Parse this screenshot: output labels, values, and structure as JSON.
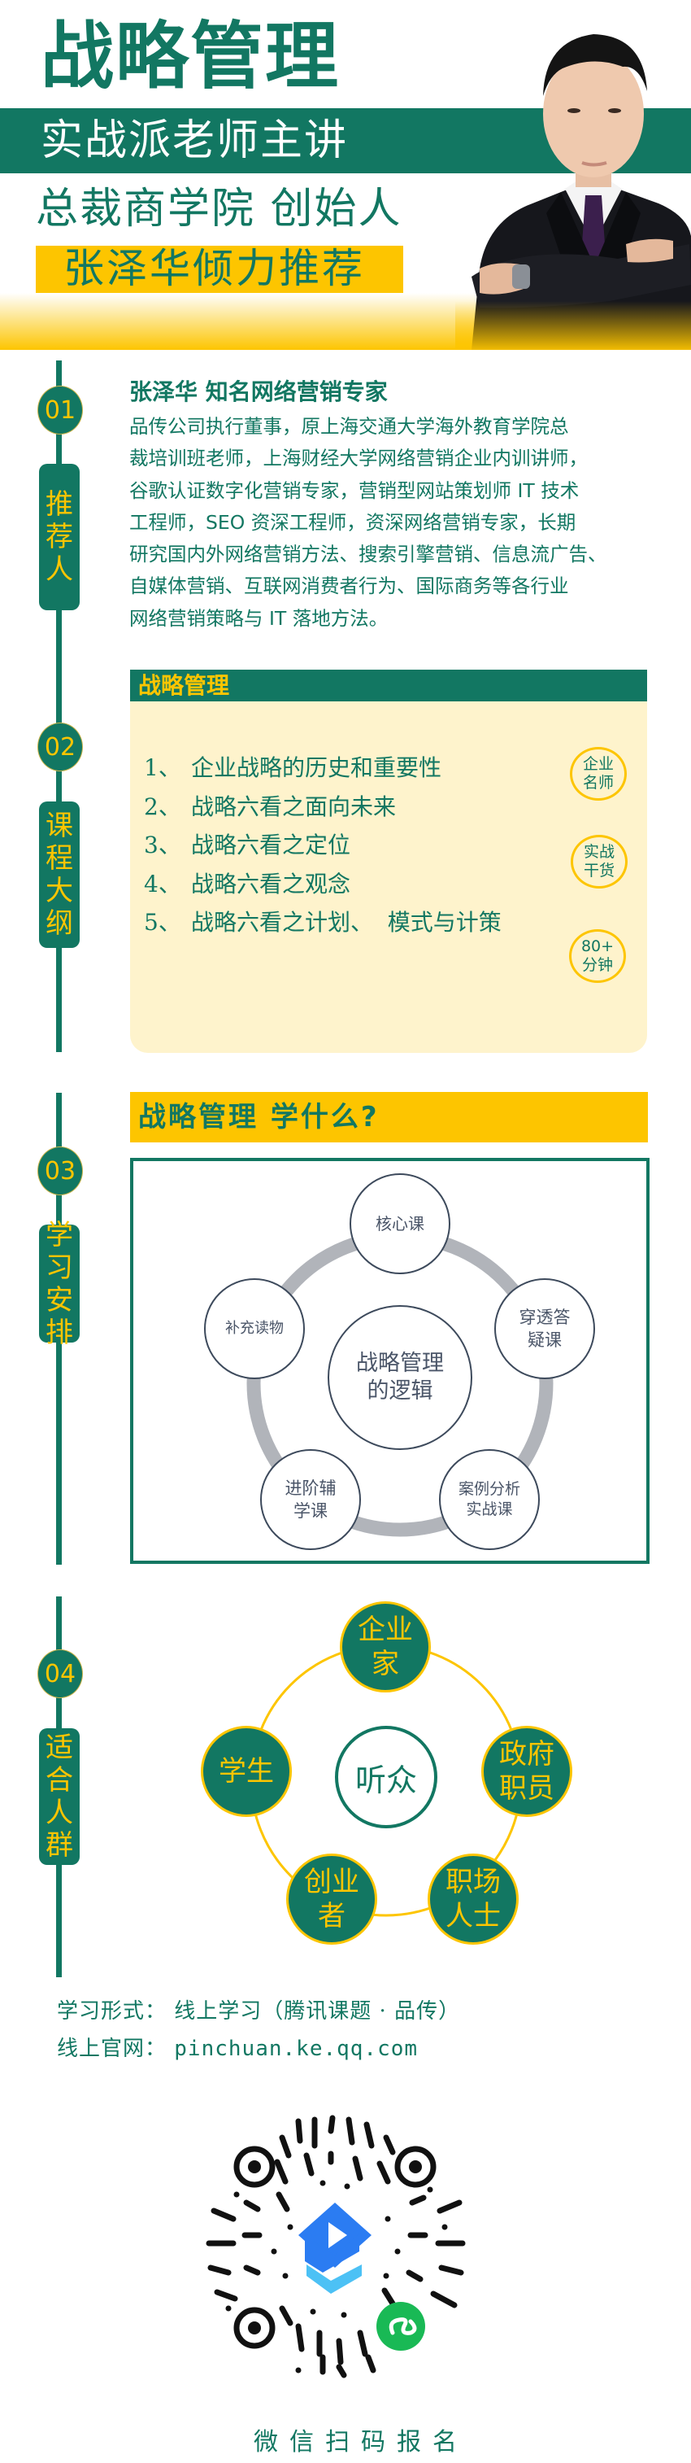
{
  "hero": {
    "title": "战略管理",
    "band_text": "实战派老师主讲",
    "subtitle": "总裁商学院  创始人",
    "highlight": "张泽华倾力推荐",
    "photo_alt": "presenter-portrait"
  },
  "colors": {
    "primary_green": "#127762",
    "accent_yellow": "#fdc500",
    "card_bg": "#fef3cc",
    "ring_gray": "#b1b4ba"
  },
  "sections": [
    {
      "number": "01",
      "label": [
        "推",
        "荐",
        "人"
      ]
    },
    {
      "number": "02",
      "label": [
        "课",
        "程",
        "大",
        "纲"
      ]
    },
    {
      "number": "03",
      "label": [
        "学",
        "习",
        "安",
        "排"
      ]
    },
    {
      "number": "04",
      "label": [
        "适",
        "合",
        "人",
        "群"
      ]
    }
  ],
  "recommender": {
    "heading": "张泽华 知名网络营销专家",
    "bio_lines": [
      "品传公司执行董事，原上海交通大学海外教育学院总",
      "裁培训班老师，上海财经大学网络营销企业内训讲师，",
      "谷歌认证数字化营销专家，营销型网站策划师 IT 技术",
      "工程师，SEO 资深工程师，资深网络营销专家，长期",
      "研究国内外网络营销方法、搜索引擎营销、信息流广告、",
      "自媒体营销、互联网消费者行为、国际商务等各行业",
      "网络营销策略与 IT 落地方法。"
    ]
  },
  "syllabus": {
    "header": "战略管理",
    "items": [
      {
        "num": "1、",
        "text": "企业战略的历史和重要性"
      },
      {
        "num": "2、",
        "text": "战略六看之面向未来"
      },
      {
        "num": "3、",
        "text": "战略六看之定位"
      },
      {
        "num": "4、",
        "text": "战略六看之观念"
      },
      {
        "num": "5、",
        "text": "战略六看之计划、  模式与计策"
      }
    ],
    "badges": [
      {
        "line1": "企业",
        "line2": "名师"
      },
      {
        "line1": "实战",
        "line2": "干货"
      },
      {
        "line1": "80+",
        "line2": "分钟"
      }
    ]
  },
  "arrangement": {
    "heading": "战略管理  学什么?",
    "center": {
      "line1": "战略管理",
      "line2": "的逻辑"
    },
    "nodes": [
      {
        "line1": "核心课",
        "line2": ""
      },
      {
        "line1": "穿透答",
        "line2": "疑课"
      },
      {
        "line1": "案例分析",
        "line2": "实战课"
      },
      {
        "line1": "进阶辅",
        "line2": "学课"
      },
      {
        "line1": "补充读物",
        "line2": ""
      }
    ]
  },
  "audience": {
    "center": "听众",
    "nodes": [
      {
        "line1": "企业",
        "line2": "家"
      },
      {
        "line1": "政府",
        "line2": "职员"
      },
      {
        "line1": "职场",
        "line2": "人士"
      },
      {
        "line1": "创业",
        "line2": "者"
      },
      {
        "line1": "学生",
        "line2": ""
      }
    ]
  },
  "info": {
    "format_label": "学习形式：",
    "format_value": "线上学习（腾讯课题 · 品传）",
    "site_label": "线上官网：",
    "site_value": "pinchuan.ke.qq.com"
  },
  "qr": {
    "caption": "微信扫码报名",
    "center_logo": "tencent-classroom-logo",
    "corner_badge": "wechat-miniprogram-icon"
  }
}
